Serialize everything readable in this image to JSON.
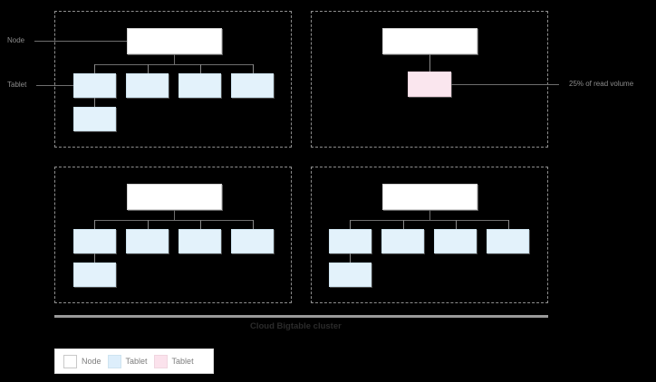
{
  "diagram": {
    "title": "Cloud Bigtable cluster",
    "annotations": {
      "node_label": "Node",
      "tablet_label": "Tablet",
      "hotspot_label": "25% of read volume"
    },
    "colors": {
      "background": "#000000",
      "node_fill": "#ffffff",
      "tablet_fill": "#e3f2fb",
      "hot_tablet_fill": "#fae6ee",
      "panel_border": "#8f8f8f",
      "connector": "#6e6e6e",
      "label_text": "#8c8c8c",
      "title_text": "#2b2b2b"
    },
    "panels": [
      {
        "id": "top-left",
        "node_count": 1,
        "tablet_count": 5,
        "hot_tablet_count": 0
      },
      {
        "id": "top-right",
        "node_count": 1,
        "tablet_count": 0,
        "hot_tablet_count": 1
      },
      {
        "id": "bottom-left",
        "node_count": 1,
        "tablet_count": 5,
        "hot_tablet_count": 0
      },
      {
        "id": "bottom-right",
        "node_count": 1,
        "tablet_count": 5,
        "hot_tablet_count": 0
      }
    ]
  },
  "legend": {
    "items": [
      {
        "label": "Node",
        "swatch": "white-square-icon"
      },
      {
        "label": "Tablet",
        "swatch": "blue-square-icon"
      },
      {
        "label": "Tablet",
        "swatch": "pink-square-icon"
      }
    ]
  }
}
